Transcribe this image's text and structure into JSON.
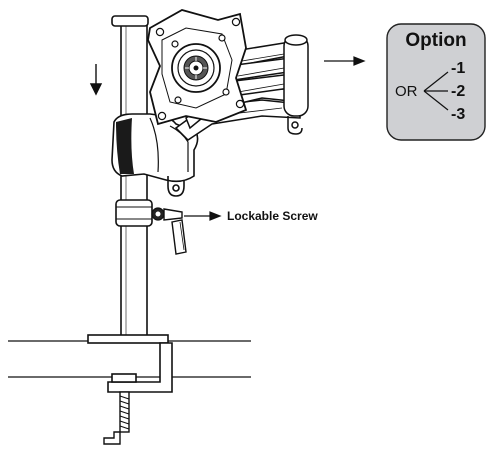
{
  "callout": {
    "screw_label": "Lockable Screw"
  },
  "option_box": {
    "title": "Option",
    "connector": "OR",
    "choices": [
      "-1",
      "-2",
      "-3"
    ],
    "fill_color": "#cfd0d3"
  },
  "colors": {
    "ink": "#111111",
    "gray": "#9a9a9a"
  }
}
